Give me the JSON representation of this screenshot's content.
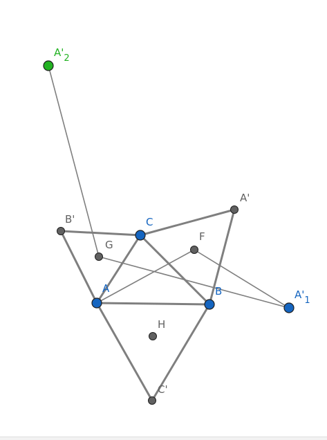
{
  "colors": {
    "background": "#ffffff",
    "segment": "#7f7f7f",
    "free_point": "#1565c0",
    "free_point_label": "#1565c0",
    "dependent_point": "#616161",
    "dependent_point_label": "#616161",
    "special_point": "#22b222",
    "special_point_label": "#22b222",
    "point_outline": "#1f1f1f"
  },
  "points": [
    {
      "id": "A",
      "label": "A",
      "sub": "",
      "kind": "free"
    },
    {
      "id": "B",
      "label": "B",
      "sub": "",
      "kind": "free"
    },
    {
      "id": "C",
      "label": "C",
      "sub": "",
      "kind": "free"
    },
    {
      "id": "Ap",
      "label": "A'",
      "sub": "",
      "kind": "dependent"
    },
    {
      "id": "Bp",
      "label": "B'",
      "sub": "",
      "kind": "dependent"
    },
    {
      "id": "Cp",
      "label": "C'",
      "sub": "",
      "kind": "dependent"
    },
    {
      "id": "F",
      "label": "F",
      "sub": "",
      "kind": "dependent"
    },
    {
      "id": "G",
      "label": "G",
      "sub": "",
      "kind": "dependent"
    },
    {
      "id": "H",
      "label": "H",
      "sub": "",
      "kind": "dependent"
    },
    {
      "id": "Ap1",
      "label": "A'",
      "sub": "1",
      "kind": "free"
    },
    {
      "id": "Ap2",
      "label": "A'",
      "sub": "2",
      "kind": "special"
    }
  ],
  "segments": [
    {
      "from": "A",
      "to": "B",
      "style": "thick"
    },
    {
      "from": "B",
      "to": "C",
      "style": "thick"
    },
    {
      "from": "C",
      "to": "A",
      "style": "thick"
    },
    {
      "from": "C",
      "to": "Ap",
      "style": "thick"
    },
    {
      "from": "Ap",
      "to": "B",
      "style": "thick"
    },
    {
      "from": "Bp",
      "to": "C",
      "style": "thick"
    },
    {
      "from": "Bp",
      "to": "A",
      "style": "thick"
    },
    {
      "from": "A",
      "to": "Cp",
      "style": "thick"
    },
    {
      "from": "Cp",
      "to": "B",
      "style": "thick"
    },
    {
      "from": "A",
      "to": "F",
      "style": "thin"
    },
    {
      "from": "F",
      "to": "Ap1",
      "style": "thin"
    },
    {
      "from": "G",
      "to": "Ap1",
      "style": "thin"
    },
    {
      "from": "G",
      "to": "Ap2",
      "style": "thin"
    }
  ]
}
